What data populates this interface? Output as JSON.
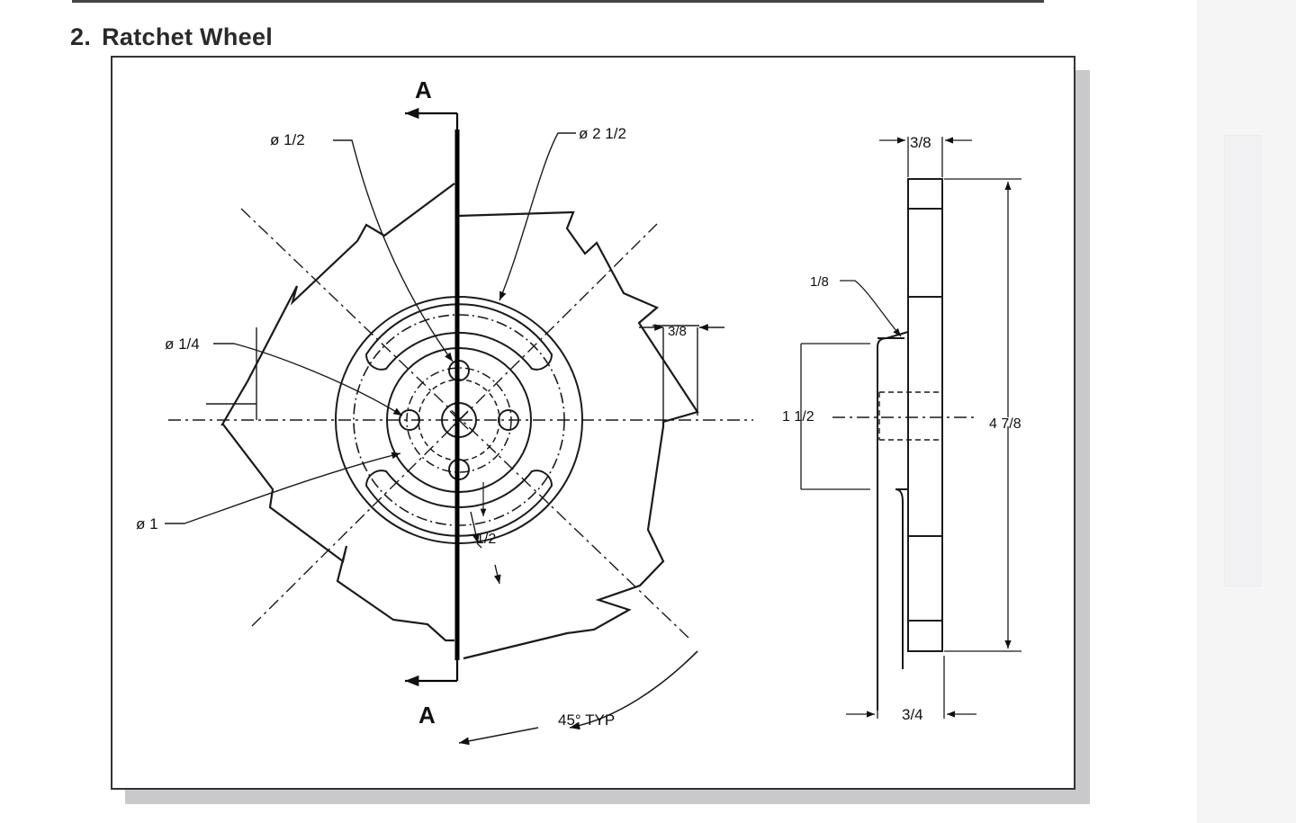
{
  "header": {
    "number": "2.",
    "title": "Ratchet Wheel"
  },
  "section_marks": {
    "top": "A",
    "bottom": "A"
  },
  "front_view": {
    "dim_dia_half": "ø 1/2",
    "dim_dia_two_half": "ø 2 1/2",
    "dim_dia_quarter": "ø 1/4",
    "dim_dia_one": "ø 1",
    "dim_three_eighths": "3/8",
    "dim_half": "1/2",
    "dim_angle": "45° TYP"
  },
  "side_view": {
    "dim_top_width": "3/8",
    "dim_fillet": "1/8",
    "dim_hub": "1 1/2",
    "dim_height": "4 7/8",
    "dim_bottom_width": "3/4"
  }
}
